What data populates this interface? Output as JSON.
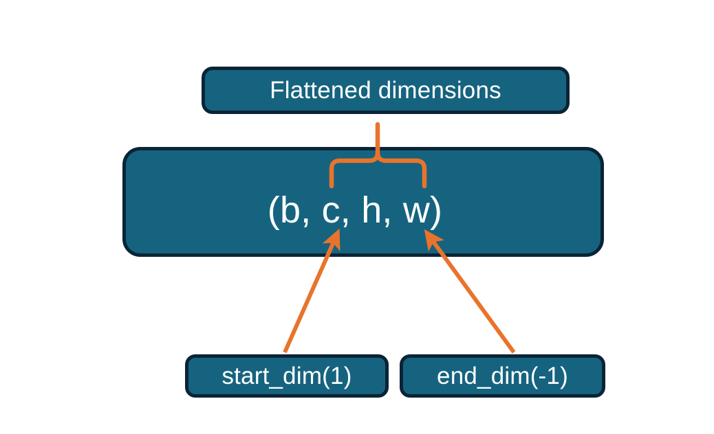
{
  "diagram": {
    "title_node": {
      "label": "Flattened dimensions"
    },
    "shape_node": {
      "label": "(b, c, h, w)"
    },
    "argument_nodes": [
      {
        "label": "start_dim(1)"
      },
      {
        "label": "end_dim(-1)"
      }
    ],
    "annotations": {
      "brace": "curly-brace-up",
      "left_arrow": "arrow-start-dim-to-c",
      "right_arrow": "arrow-end-dim-to-w"
    },
    "colors": {
      "node_fill": "#16637f",
      "node_border": "#0a2436",
      "node_text": "#ffffff",
      "connector": "#e8742c",
      "background": "#ffffff"
    }
  }
}
